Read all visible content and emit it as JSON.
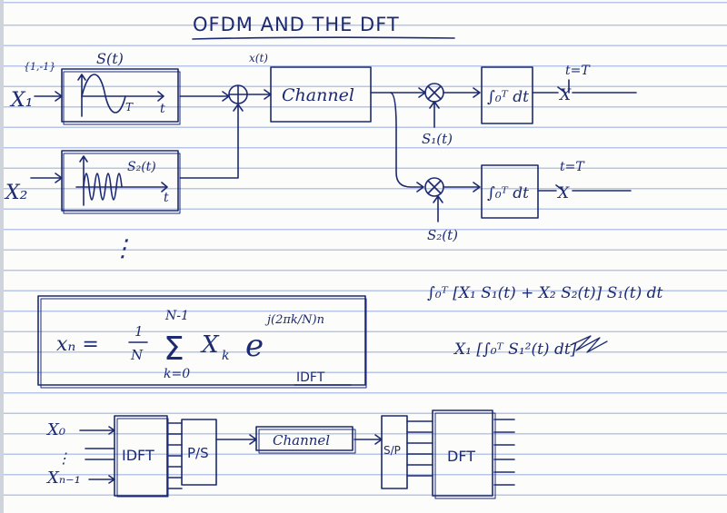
{
  "title": "OFDM AND THE DFT",
  "top_diagram": {
    "input_1": "X₁",
    "input_1_set": "{1,-1}",
    "signal_1": "S(t)",
    "signal_1_axis_t": "T",
    "signal_1_axis_t2": "t",
    "sum_symbol": "+",
    "sum_output": "x(t)",
    "input_2": "X₂",
    "signal_2": "S₂(t)",
    "signal_2_axis_t": "t",
    "dots": "⋮",
    "channel": "Channel",
    "mult_1_symbol": "⊗",
    "mult_1_input": "S₁(t)",
    "integrator_1": "∫₀ᵀ dt",
    "sample_1": "t=T",
    "output_1": "X",
    "mult_2_symbol": "⊗",
    "mult_2_input": "S₂(t)",
    "integrator_2": "∫₀ᵀ dt",
    "sample_2": "t=T",
    "output_2": "X"
  },
  "equations": {
    "line_1": "∫₀ᵀ [X₁ S₁(t) + X₂ S₂(t)] S₁(t) dt",
    "line_2": "X₁ [∫₀ᵀ S₁²(t) dt]"
  },
  "idft_box": {
    "lhs": "xₙ =",
    "frac_num": "1",
    "frac_den": "N",
    "sum_upper": "N-1",
    "sum_symbol": "Σ",
    "sum_lower": "k=0",
    "term": "X",
    "term_sub": "k",
    "exp_base": "e",
    "exponent": "j(2πk/N)n",
    "label": "IDFT"
  },
  "bottom_diagram": {
    "input_first": "X₀",
    "input_dots": "⋮",
    "input_last": "Xₙ₋₁",
    "idft_block": "IDFT",
    "ps_block": "P/S",
    "channel_block": "Channel",
    "sp_block": "S/P",
    "dft_block": "DFT"
  },
  "colors": {
    "ink": "#1c2a72",
    "rule_line": "#b7c6e8",
    "paper": "#fcfcfa"
  }
}
